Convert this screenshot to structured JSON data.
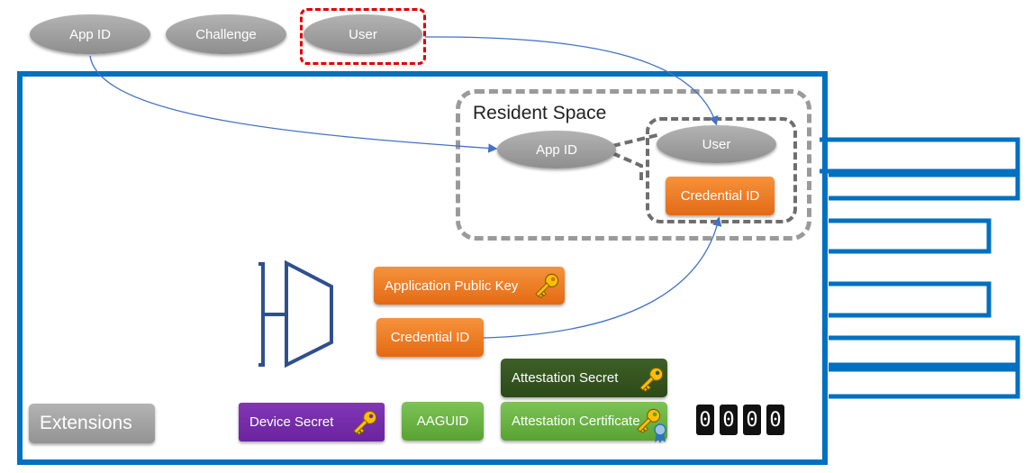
{
  "top_inputs": {
    "app_id": "App ID",
    "challenge": "Challenge",
    "user": "User"
  },
  "resident_space": {
    "title": "Resident Space",
    "app_id": "App ID",
    "user": "User",
    "credential_id": "Credential ID"
  },
  "keys": {
    "application_public_key": "Application Public Key",
    "credential_id": "Credential ID"
  },
  "device": {
    "extensions": "Extensions",
    "device_secret": "Device Secret",
    "aaguid": "AAGUID",
    "attestation_secret": "Attestation Secret",
    "attestation_certificate": "Attestation Certificate",
    "counter": [
      "0",
      "0",
      "0",
      "0"
    ]
  },
  "colors": {
    "device_outline": "#0070c0",
    "highlight_dash": "#e00000",
    "dashed_region": "#9a9a9a",
    "orange": "#ed7d31",
    "green": "#70ad47",
    "dark_green": "#375623",
    "purple": "#7030a0",
    "pill_gray": "#a6a6a6",
    "key_gold": "#ffc000"
  },
  "icons": [
    "key-icon",
    "ribbon-badge-icon",
    "hash-function-symbol"
  ]
}
